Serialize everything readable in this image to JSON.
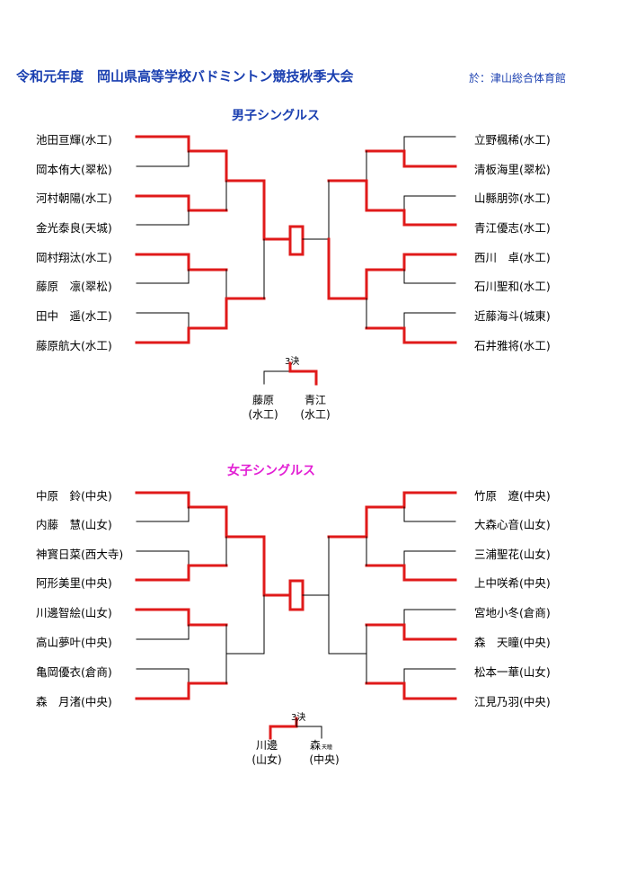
{
  "header": {
    "title": "令和元年度　岡山県高等学校バドミントン競技秋季大会",
    "venue": "於：津山総合体育館"
  },
  "colors": {
    "winner_line": "#e01a1a",
    "plain_line": "#000000",
    "men_title": "#1a3fb0",
    "women_title": "#e21fd4"
  },
  "men": {
    "title": "男子シングルス",
    "left_players": [
      "池田亘輝(水工)",
      "岡本侑大(翠松)",
      "河村朝陽(水工)",
      "金光泰良(天城)",
      "岡村翔汰(水工)",
      "藤原　凛(翠松)",
      "田中　遥(水工)",
      "藤原航大(水工)"
    ],
    "right_players": [
      "立野楓稀(水工)",
      "清板海里(翠松)",
      "山縣朋弥(水工)",
      "青江優志(水工)",
      "西川　卓(水工)",
      "石川聖和(水工)",
      "近藤海斗(城東)",
      "石井雅将(水工)"
    ],
    "third_place": {
      "label": "3決",
      "left": {
        "name": "藤原",
        "school": "(水工)"
      },
      "right": {
        "name": "青江",
        "school": "(水工)"
      }
    }
  },
  "women": {
    "title": "女子シングルス",
    "left_players": [
      "中原　鈴(中央)",
      "内藤　慧(山女)",
      "神寳日菜(西大寺)",
      "阿形美里(中央)",
      "川邊智絵(山女)",
      "高山夢叶(中央)",
      "亀岡優衣(倉商)",
      "森　月渚(中央)"
    ],
    "right_players": [
      "竹原　遼(中央)",
      "大森心音(山女)",
      "三浦聖花(山女)",
      "上中咲希(中央)",
      "宮地小冬(倉商)",
      "森　天瞳(中央)",
      "松本一華(山女)",
      "江見乃羽(中央)"
    ],
    "third_place": {
      "label": "3決",
      "left": {
        "name": "川邊",
        "school": "(山女)"
      },
      "right": {
        "name": "森",
        "name_suffix": "天瞳",
        "school": "(中央)"
      }
    }
  }
}
